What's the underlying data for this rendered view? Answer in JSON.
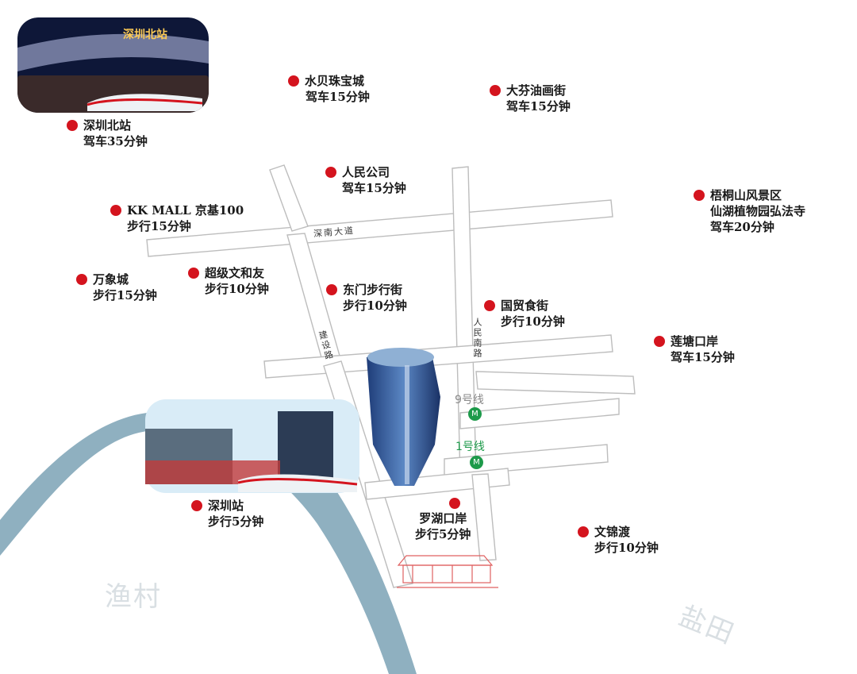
{
  "colors": {
    "poi_dot": "#d4141e",
    "river": "#8fb0c0",
    "road_fill": "#ffffff",
    "road_stroke": "#bdbdbd",
    "metro": "#1d9a4a",
    "area_text": "#d9dfe3"
  },
  "station_sign": "深圳北站",
  "pois": {
    "shuibei": {
      "name": "水贝珠宝城",
      "time": "驾车15分钟"
    },
    "dafen": {
      "name": "大芬油画街",
      "time": "驾车15分钟"
    },
    "szbei": {
      "name": "深圳北站",
      "time": "驾车35分钟"
    },
    "renmin": {
      "name": "人民公司",
      "time": "驾车15分钟"
    },
    "kkmall": {
      "name": "KK MALL 京基100",
      "time": "步行15分钟"
    },
    "wutong": {
      "name": "梧桐山风景区",
      "name2": "仙湖植物园弘法寺",
      "time": "驾车20分钟"
    },
    "wanxiang": {
      "name": "万象城",
      "time": "步行15分钟"
    },
    "chaoji": {
      "name": "超级文和友",
      "time": "步行10分钟"
    },
    "dongmen": {
      "name": "东门步行街",
      "time": "步行10分钟"
    },
    "guomao": {
      "name": "国贸食街",
      "time": "步行10分钟"
    },
    "liantang": {
      "name": "莲塘口岸",
      "time": "驾车15分钟"
    },
    "szzhan": {
      "name": "深圳站",
      "time": "步行5分钟"
    },
    "luohu": {
      "name": "罗湖口岸",
      "time": "步行5分钟"
    },
    "wenjin": {
      "name": "文锦渡",
      "time": "步行10分钟"
    }
  },
  "roads": {
    "shennan": "深南大道",
    "jianshe": "建设路",
    "renminnan": "人民南路"
  },
  "metro": {
    "line9": "9号线",
    "line1": "1号线",
    "icon_glyph": "M"
  },
  "areas": {
    "yucun": "渔村",
    "yantian": "盐田"
  }
}
